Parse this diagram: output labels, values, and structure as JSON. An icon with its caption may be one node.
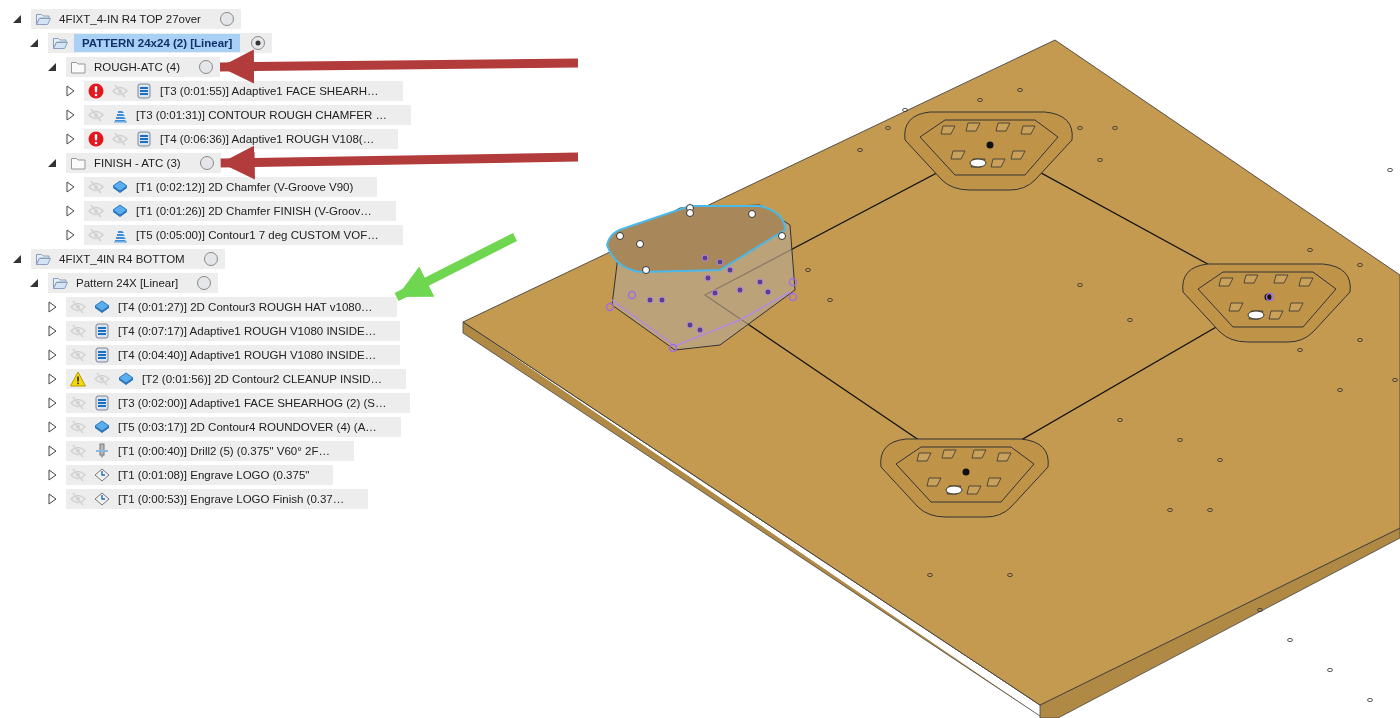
{
  "diagram": {
    "nodes": [
      {
        "text": [
          "4FIXT_4-IN R4 TOP 27over"
        ]
      },
      {
        "text": [
          "PATTERN 24x24 (2) [Linear]"
        ]
      },
      {
        "text": [
          "ROUGH-ATC (4)"
        ]
      },
      {
        "text": [
          "[T3 (0:01:55)] Adaptive1 FACE SHEARH…"
        ]
      },
      {
        "text": [
          "[T3 (0:01:31)] CONTOUR ROUGH CHAMFER …"
        ]
      },
      {
        "text": [
          "[T4 (0:06:36)] Adaptive1 ROUGH V108(…"
        ]
      },
      {
        "text": [
          "FINISH - ATC (3)"
        ]
      },
      {
        "text": [
          "[T1 (0:02:12)] 2D Chamfer (V-Groove V90)"
        ]
      },
      {
        "text": [
          "[T1 (0:01:26)] 2D Chamfer FINISH (V-Groov…"
        ]
      },
      {
        "text": [
          "[T5 (0:05:00)] Contour1 7 deg CUSTOM VOF…"
        ]
      },
      {
        "text": [
          "4FIXT_4IN R4 BOTTOM"
        ]
      },
      {
        "text": [
          "Pattern 24X [Linear]"
        ]
      },
      {
        "text": [
          "[T4 (0:01:27)] 2D Contour3 ROUGH HAT v1080…"
        ]
      },
      {
        "text": [
          "[T4 (0:07:17)] Adaptive1 ROUGH V1080 INSIDE…"
        ]
      },
      {
        "text": [
          "[T4 (0:04:40)] Adaptive1 ROUGH V1080 INSIDE…"
        ]
      },
      {
        "text": [
          "[T2 (0:01:56)] 2D Contour2 CLEANUP INSID…"
        ]
      },
      {
        "text": [
          "[T3 (0:02:00)] Adaptive1 FACE SHEARHOG (2) (S…"
        ]
      },
      {
        "text": [
          "[T5 (0:03:17)] 2D Contour4 ROUNDOVER (4) (A…"
        ]
      },
      {
        "text": [
          "[T1 (0:00:40)] Drill2 (5) (0.375\" V60° 2F…"
        ]
      },
      {
        "text": [
          "[T1 (0:01:08)] Engrave LOGO (0.375\""
        ]
      },
      {
        "text": [
          "[T1 (0:00:53)] Engrave LOGO Finish (0.37…"
        ]
      }
    ],
    "edges": [
      {
        "from": null,
        "to": 2,
        "arrow": "to",
        "color": "#b23b3b"
      },
      {
        "from": null,
        "to": 6,
        "arrow": "to",
        "color": "#b23b3b"
      },
      {
        "from": null,
        "to": 12,
        "arrow": "to",
        "color": "#6fd650"
      }
    ]
  }
}
